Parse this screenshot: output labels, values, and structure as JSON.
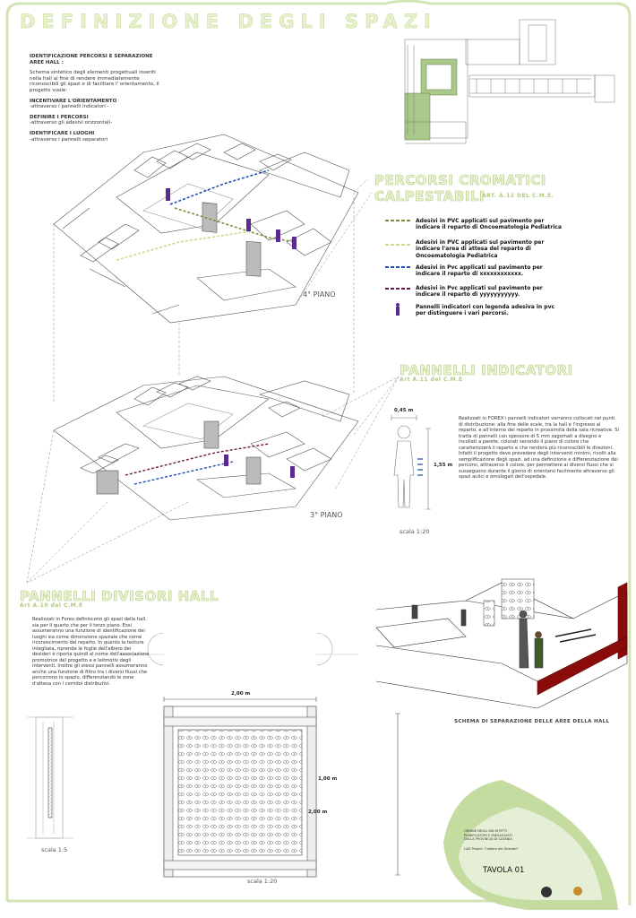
{
  "board": {
    "title": "DEFINIZIONE DEGLI SPAZI",
    "accent_color": "#c5dca1",
    "wall_color": "#8b0b0b"
  },
  "intro": {
    "heading": "IDENTIFICAZIONE PERCORSI E SEPARAZIONE AREE HALL :",
    "text": "Schema sintetico degli elementi progettuali inseriti nella hall al fine di rendere immediatemente riconoscibili gli spazi e di facilitare l' orientamento, il progetto vuole:",
    "goal1_title": "INCENTIVARE L'ORIENTAMENTO",
    "goal1_text": "-attraverso i pannelli indicatori -",
    "goal2_title": "DEFINIRE I PERCORSI",
    "goal2_text": "-attraverso gli adesivi orizzontali-",
    "goal3_title": "IDENTIFICARE I LUOGHI",
    "goal3_text": "-attraverso i pannelli separatori"
  },
  "percorsi": {
    "title_line1": "PERCORSI CROMATICI",
    "title_line2": "CALPESTABILI",
    "article": "ART. A.12 DEL C.M.E.",
    "floor_label": "4° PIANO",
    "legend": [
      {
        "line1": "Adesivi in PVC applicati sul pavimento per",
        "line2": "indicare il reparto di Oncoematologia Pediatrica",
        "line3": "",
        "color": "#7a8f3d",
        "style": "dash"
      },
      {
        "line1": "Adesivi in PVC applicati sul pavimento per",
        "line2": "indicare l'area di attesa del reparto di",
        "line3": "Oncoematologia Pediatrica",
        "color": "#c9dc8c",
        "style": "dash"
      },
      {
        "line1": "Adesivi in Pvc applicati sul pavimento per",
        "line2": "indicare il reparto di xxxxxxxxxxxx.",
        "line3": "",
        "color": "#1f4fb5",
        "style": "dash"
      },
      {
        "line1": "Adesivi in Pvc applicati sul pavimento per",
        "line2": "indicare il reparto di yyyyyyyyyyy.",
        "line3": "",
        "color": "#6b1a4a",
        "style": "dash"
      },
      {
        "line1": "Pannelli indicatori con legenda adesiva in pvc",
        "line2": "per distinguere i vari percorsi.",
        "line3": "",
        "color": "#5b2a8f",
        "style": "figure"
      }
    ]
  },
  "indicatori": {
    "title": "PANNELLI INDICATORI",
    "article": "Art A.11 del C.M.E",
    "floor_label": "3° PIANO",
    "width_label": "0,45 m",
    "height_label": "1,55 m",
    "scale": "scala 1:20",
    "description": "Realizzati in FOREX i pannelli indicatori verranno collocati nei punti di distribuzione: alla fine delle scale, tra la hall e l'ingresso al reparto, e all'interno del reparto in prossimità della sala ricreative. Si tratta di pannelli con spessore di 5 mm sagomati a disegno e incollati a parete, colorati secondo il piano di colore che caratterizzerà il reparto e che renderà più riconoscibili le direzioni. Infatti il progetto deve prevedere degli interventi minimi, rivolti alla semplificazione degli spazi, ad una definizione e differenziazione dei percorsi, attraverso il colore, per permettere ai diversi flussi che si susseguono durante il giorno di orientarsi facilmente attraverso gli spazi aulici e omologati dell'ospedale."
  },
  "divisori": {
    "title": "PANNELLI DIVISORI HALL",
    "article": "Art A.10 del C.M.E",
    "description": "Realizzati in Forex definiscono gli spazi della hall, sia per il quarto che per il terzo piano. Essi assumeranno una funzione di identificazione dei luoghi sia come dimensione spaziale che come riconoscimento del reparto. In quanto la texture integliata, riprende le foglie dell'albero dei desideri è riporta quindi al nome dell'associazione promotrice del progetto e e leitmotiv degli interventi. Inoltre gli stessi pannelli assumeranno anche una funzione di filtro tra i diversi flussi che percorrono lo spazio, differenziando le zone d'attesa con i corridoi distributivi.",
    "width_label": "2,00 m",
    "height1_label": "1,00 m",
    "height2_label": "2,00 m",
    "scale_small": "scala 1:5",
    "scale_large": "scala 1:20"
  },
  "schema": {
    "caption": "SCHEMA DI SEPARAZIONE DELLE AREE DELLA HALL"
  },
  "footer": {
    "line1": "ORDINE DEGLI ARCHITETTI",
    "line2": "PIANIFICATORI E PAESAGGISTI",
    "line3": "DELLA PROVINCIA DI CATANIA",
    "project": "LAD Project \"l'albero dei Desideri\"",
    "tavola": "TAVOLA 01"
  }
}
